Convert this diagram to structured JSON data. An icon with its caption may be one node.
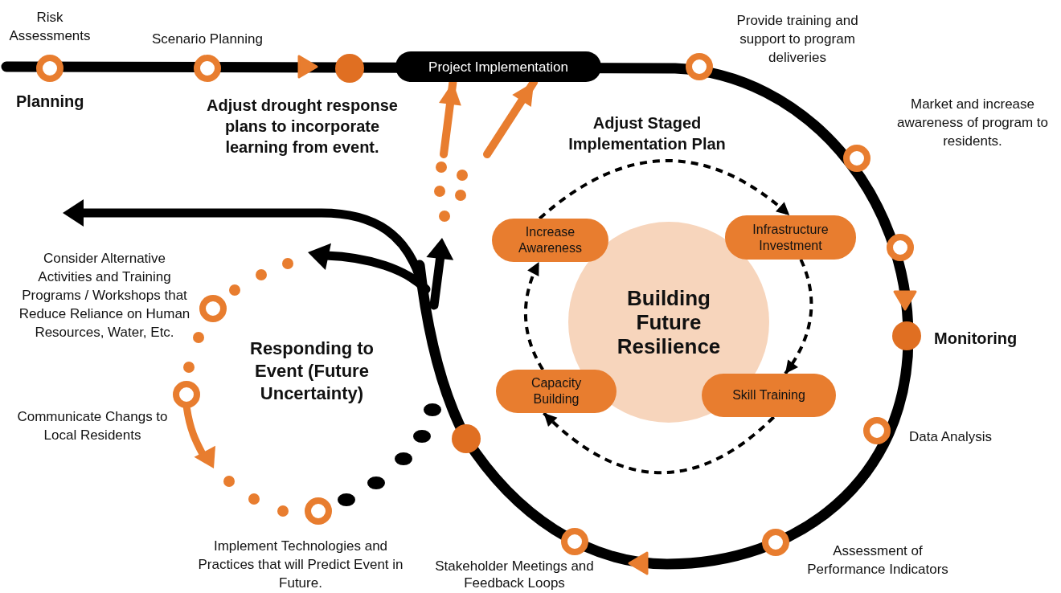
{
  "diagram": {
    "nodes": [
      {
        "text": [
          "Project Implementation"
        ]
      },
      {
        "text": [
          "Building Future Resilience"
        ]
      },
      {
        "text": [
          "Increase Awareness"
        ]
      },
      {
        "text": [
          "Infrastructure Investment"
        ]
      },
      {
        "text": [
          "Skill Training"
        ]
      },
      {
        "text": [
          "Capacity Building"
        ]
      }
    ],
    "edges": [
      {
        "from": 2,
        "to": 3,
        "arrow": "to",
        "style": "dashed"
      },
      {
        "from": 3,
        "to": 4,
        "arrow": "to",
        "style": "dashed"
      },
      {
        "from": 4,
        "to": 5,
        "arrow": "to",
        "style": "dashed"
      },
      {
        "from": 5,
        "to": 2,
        "arrow": "to",
        "style": "dashed"
      },
      {
        "from": null,
        "to": 0,
        "arrow": "to",
        "style": "thick",
        "color": "#e87d2f"
      },
      {
        "from": null,
        "to": 0,
        "arrow": "to",
        "style": "thick",
        "color": "#e87d2f"
      }
    ],
    "labels": [
      "Risk Assessments",
      "Scenario Planning",
      "Provide training and support to program deliveries",
      "Planning",
      "Adjust drought response plans to incorporate learning from event.",
      "Adjust Staged Implementation Plan",
      "Market and increase awareness of program to residents.",
      "Consider Alternative Activities and Training Programs / Workshops that Reduce Reliance on Human Resources, Water, Etc.",
      "Monitoring",
      "Responding to Event (Future Uncertainty)",
      "Communicate Changs to Local Residents",
      "Data Analysis",
      "Implement Technologies and Practices that will Predict Event in Future.",
      "Assessment of Performance Indicators",
      "Stakeholder Meetings and Feedback Loops"
    ]
  }
}
